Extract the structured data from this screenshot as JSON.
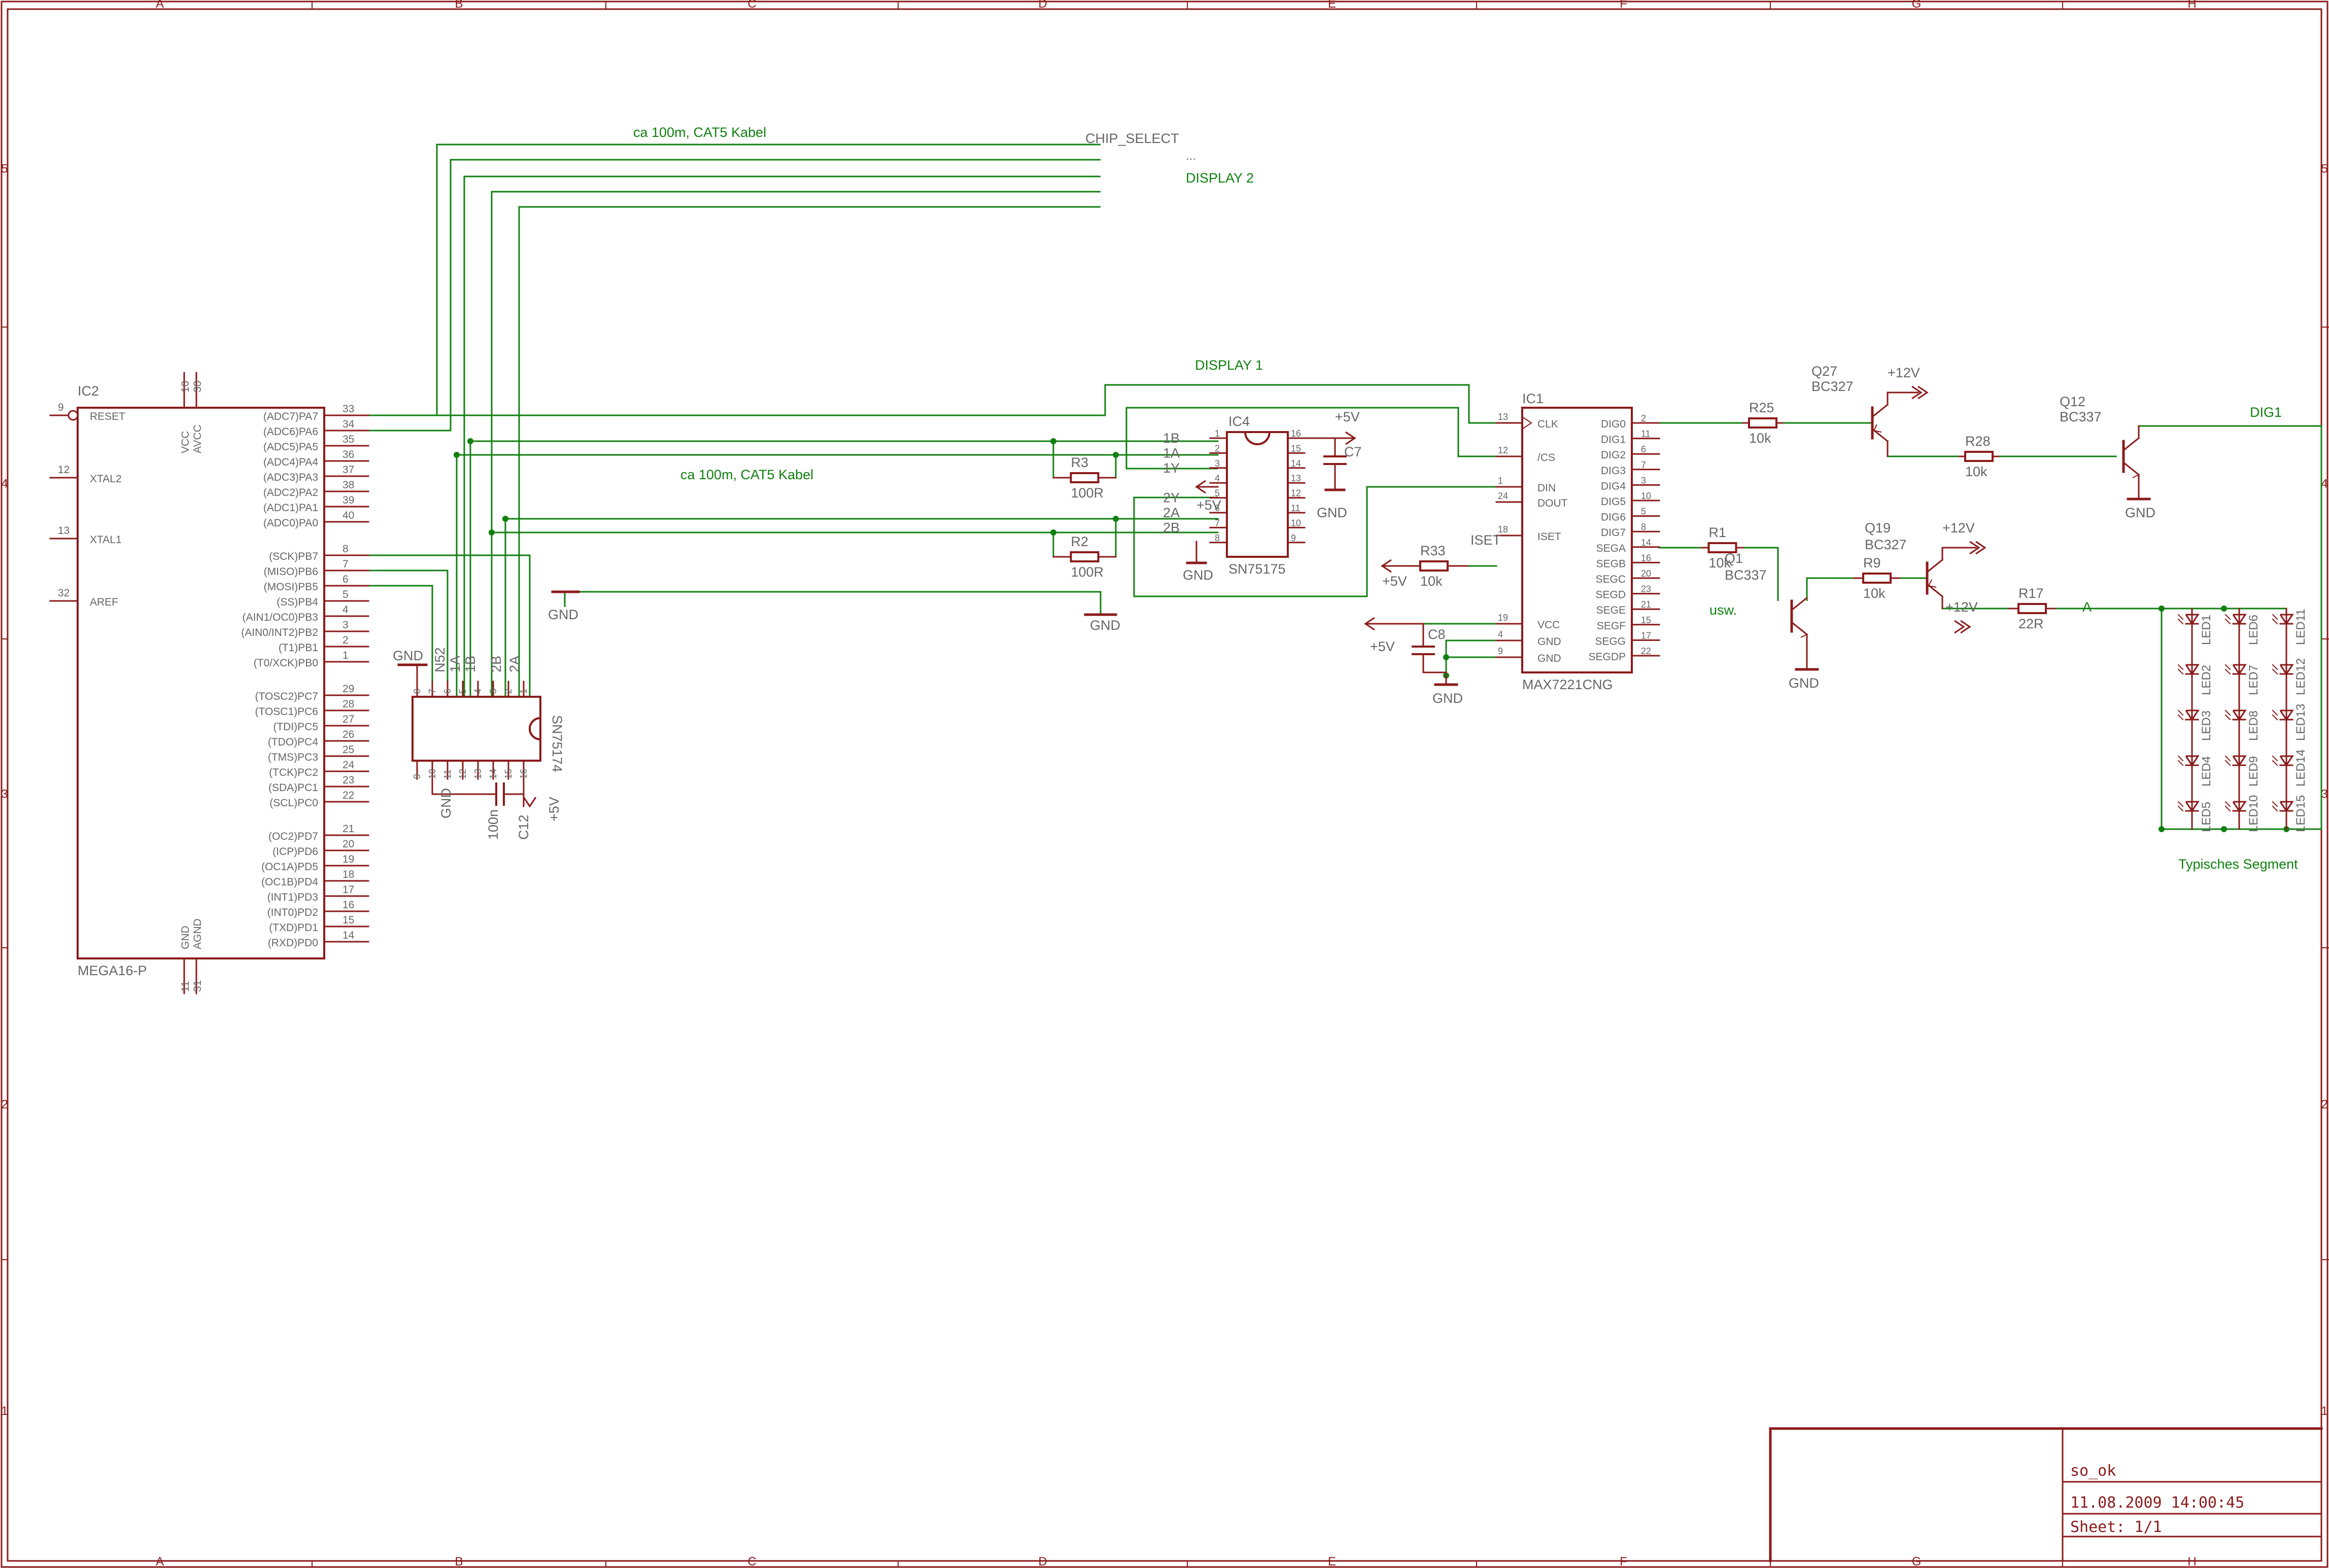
{
  "colors": {
    "frame": "#8b1a1a",
    "net": "#108010",
    "text": "#666666",
    "label_green": "#108010",
    "bg": "#ffffff"
  },
  "frame": {
    "columns": [
      "A",
      "B",
      "C",
      "D",
      "E",
      "F",
      "G",
      "H"
    ],
    "rows": [
      "5",
      "4",
      "3",
      "2",
      "1"
    ]
  },
  "title_block": {
    "name": "so_ok",
    "date": "11.08.2009 14:00:45",
    "sheet": "Sheet: 1/1"
  },
  "net_labels": {
    "cat5_top": "ca 100m, CAT5 Kabel",
    "cat5_mid": "ca 100m, CAT5 Kabel",
    "chip_select": "CHIP_SELECT",
    "ellipsis": "...",
    "display2": "DISPLAY 2",
    "display1": "DISPLAY 1",
    "dig1": "DIG1",
    "usw": "usw.",
    "seg_a": "A",
    "typical_segment": "Typisches Segment"
  },
  "ic2": {
    "ref": "IC2",
    "value": "MEGA16-P",
    "left_pins": [
      {
        "num": "9",
        "name": "RESET"
      },
      {
        "num": "12",
        "name": "XTAL2"
      },
      {
        "num": "13",
        "name": "XTAL1"
      },
      {
        "num": "32",
        "name": "AREF"
      }
    ],
    "top_pins": [
      {
        "num": "10",
        "name": "VCC"
      },
      {
        "num": "30",
        "name": "AVCC"
      }
    ],
    "bottom_pins": [
      {
        "num": "11",
        "name": "GND"
      },
      {
        "num": "31",
        "name": "AGND"
      }
    ],
    "right_pins": [
      {
        "num": "33",
        "name": "(ADC7)PA7"
      },
      {
        "num": "34",
        "name": "(ADC6)PA6"
      },
      {
        "num": "35",
        "name": "(ADC5)PA5"
      },
      {
        "num": "36",
        "name": "(ADC4)PA4"
      },
      {
        "num": "37",
        "name": "(ADC3)PA3"
      },
      {
        "num": "38",
        "name": "(ADC2)PA2"
      },
      {
        "num": "39",
        "name": "(ADC1)PA1"
      },
      {
        "num": "40",
        "name": "(ADC0)PA0"
      },
      {
        "num": "8",
        "name": "(SCK)PB7"
      },
      {
        "num": "7",
        "name": "(MISO)PB6"
      },
      {
        "num": "6",
        "name": "(MOSI)PB5"
      },
      {
        "num": "5",
        "name": "(SS)PB4"
      },
      {
        "num": "4",
        "name": "(AIN1/OC0)PB3"
      },
      {
        "num": "3",
        "name": "(AIN0/INT2)PB2"
      },
      {
        "num": "2",
        "name": "(T1)PB1"
      },
      {
        "num": "1",
        "name": "(T0/XCK)PB0"
      },
      {
        "num": "29",
        "name": "(TOSC2)PC7"
      },
      {
        "num": "28",
        "name": "(TOSC1)PC6"
      },
      {
        "num": "27",
        "name": "(TDI)PC5"
      },
      {
        "num": "26",
        "name": "(TDO)PC4"
      },
      {
        "num": "25",
        "name": "(TMS)PC3"
      },
      {
        "num": "24",
        "name": "(TCK)PC2"
      },
      {
        "num": "23",
        "name": "(SDA)PC1"
      },
      {
        "num": "22",
        "name": "(SCL)PC0"
      },
      {
        "num": "21",
        "name": "(OC2)PD7"
      },
      {
        "num": "20",
        "name": "(ICP)PD6"
      },
      {
        "num": "19",
        "name": "(OC1A)PD5"
      },
      {
        "num": "18",
        "name": "(OC1B)PD4"
      },
      {
        "num": "17",
        "name": "(INT1)PD3"
      },
      {
        "num": "16",
        "name": "(INT0)PD2"
      },
      {
        "num": "15",
        "name": "(TXD)PD1"
      },
      {
        "num": "14",
        "name": "(RXD)PD0"
      }
    ]
  },
  "sn75174": {
    "value": "SN75174",
    "top_pin_nums": [
      "8",
      "7",
      "6",
      "5",
      "4",
      "3",
      "2",
      "1"
    ],
    "top_labels": [
      "N52",
      "1A",
      "1B",
      "2B",
      "2A"
    ],
    "bottom_pin_nums": [
      "9",
      "10",
      "11",
      "12",
      "13",
      "14",
      "15",
      "16"
    ],
    "gnd_top": "GND",
    "gnd_bottom": "GND",
    "cap_value": "100n",
    "cap_ref": "C12",
    "supply": "+5V"
  },
  "ic4": {
    "ref": "IC4",
    "value": "SN75175",
    "left_pins": [
      "1",
      "2",
      "3",
      "4",
      "5",
      "6",
      "7",
      "8"
    ],
    "right_pins": [
      "16",
      "15",
      "14",
      "13",
      "12",
      "11",
      "10",
      "9"
    ],
    "left_labels": [
      "1B",
      "1A",
      "1Y",
      "2Y",
      "2A",
      "2B"
    ],
    "supply_in": "+5V",
    "gnd": "GND"
  },
  "c7": {
    "ref": "C7",
    "supply": "+5V",
    "gnd": "GND"
  },
  "r3": {
    "ref": "R3",
    "value": "100R"
  },
  "r2": {
    "ref": "R2",
    "value": "100R"
  },
  "gnd_mid": "GND",
  "gnd_left_cable": "GND",
  "ic1": {
    "ref": "IC1",
    "value": "MAX7221CNG",
    "left_pins": [
      {
        "num": "13",
        "name": "CLK"
      },
      {
        "num": "12",
        "name": "/CS"
      },
      {
        "num": "1",
        "name": "DIN"
      },
      {
        "num": "24",
        "name": "DOUT"
      },
      {
        "num": "18",
        "name": "ISET"
      },
      {
        "num": "19",
        "name": "VCC"
      },
      {
        "num": "4",
        "name": "GND"
      },
      {
        "num": "9",
        "name": "GND"
      }
    ],
    "right_pins": [
      {
        "num": "2",
        "name": "DIG0"
      },
      {
        "num": "11",
        "name": "DIG1"
      },
      {
        "num": "6",
        "name": "DIG2"
      },
      {
        "num": "7",
        "name": "DIG3"
      },
      {
        "num": "3",
        "name": "DIG4"
      },
      {
        "num": "10",
        "name": "DIG5"
      },
      {
        "num": "5",
        "name": "DIG6"
      },
      {
        "num": "8",
        "name": "DIG7"
      },
      {
        "num": "14",
        "name": "SEGA"
      },
      {
        "num": "16",
        "name": "SEGB"
      },
      {
        "num": "20",
        "name": "SEGC"
      },
      {
        "num": "23",
        "name": "SEGD"
      },
      {
        "num": "21",
        "name": "SEGE"
      },
      {
        "num": "15",
        "name": "SEGF"
      },
      {
        "num": "17",
        "name": "SEGG"
      },
      {
        "num": "22",
        "name": "SEGDP"
      }
    ]
  },
  "r33": {
    "ref": "R33",
    "value": "10k",
    "iset": "ISET",
    "supply": "+5V"
  },
  "c8": {
    "ref": "C8",
    "supply": "+5V",
    "gnd": "GND"
  },
  "r25": {
    "ref": "R25",
    "value": "10k"
  },
  "r28": {
    "ref": "R28",
    "value": "10k"
  },
  "r1": {
    "ref": "R1",
    "value": "10k"
  },
  "r9": {
    "ref": "R9",
    "value": "10k"
  },
  "r17": {
    "ref": "R17",
    "value": "22R"
  },
  "q27": {
    "ref": "Q27",
    "value": "BC327",
    "supply": "+12V"
  },
  "q12": {
    "ref": "Q12",
    "value": "BC337",
    "gnd": "GND"
  },
  "q1": {
    "ref": "Q1",
    "value": "BC337",
    "gnd": "GND"
  },
  "q19": {
    "ref": "Q19",
    "value": "BC327",
    "supply": "+12V",
    "supply2": "+12V"
  },
  "leds": {
    "col1": [
      "LED1",
      "LED2",
      "LED3",
      "LED4",
      "LED5"
    ],
    "col2": [
      "LED6",
      "LED7",
      "LED8",
      "LED9",
      "LED10"
    ],
    "col3": [
      "LED11",
      "LED12",
      "LED13",
      "LED14",
      "LED15"
    ]
  }
}
